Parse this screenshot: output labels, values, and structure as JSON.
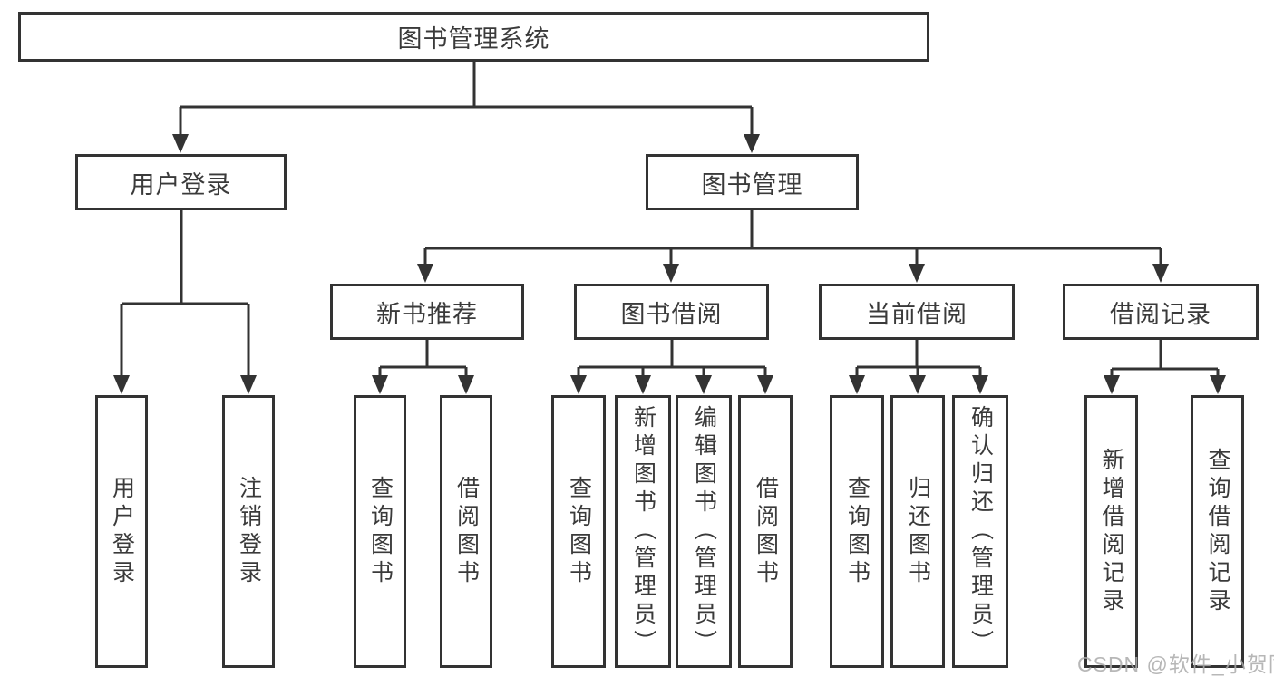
{
  "diagram": {
    "watermark": "CSDN @软件_小贺同学"
  },
  "nodes": {
    "root": {
      "label": "图书管理系统"
    },
    "user_login": {
      "label": "用户登录",
      "children": [
        {
          "label": "用户登录"
        },
        {
          "label": "注销登录"
        }
      ]
    },
    "book_mgmt": {
      "label": "图书管理"
    },
    "new_book_rec": {
      "label": "新书推荐",
      "children": [
        {
          "label": "查询图书"
        },
        {
          "label": "借阅图书"
        }
      ]
    },
    "book_borrow": {
      "label": "图书借阅",
      "children": [
        {
          "label": "查询图书"
        },
        {
          "label": "新增图书（管理员）"
        },
        {
          "label": "编辑图书（管理员）"
        },
        {
          "label": "借阅图书"
        }
      ]
    },
    "current_borrow": {
      "label": "当前借阅",
      "children": [
        {
          "label": "查询图书"
        },
        {
          "label": "归还图书"
        },
        {
          "label": "确认归还（管理员）"
        }
      ]
    },
    "borrow_record": {
      "label": "借阅记录",
      "children": [
        {
          "label": "新增借阅记录"
        },
        {
          "label": "查询借阅记录"
        }
      ]
    }
  },
  "colors": {
    "line": "#333333",
    "text": "#3a3a3a",
    "background": "#ffffff",
    "watermark": "#aaaaaa"
  }
}
